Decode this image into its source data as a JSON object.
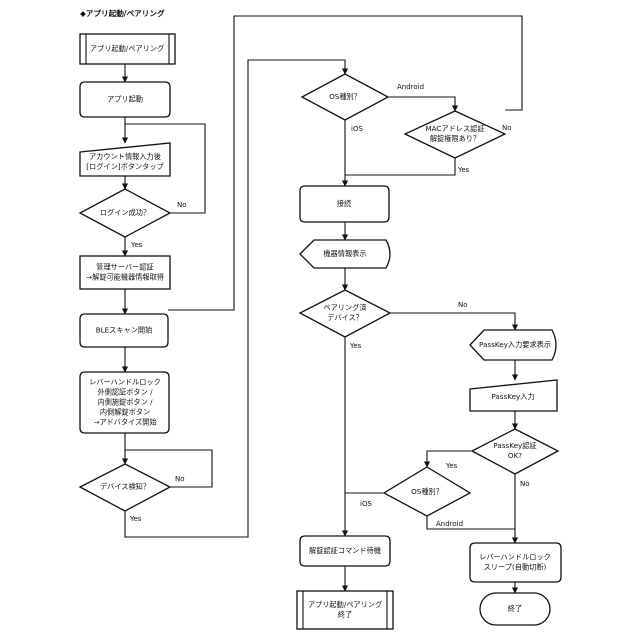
{
  "title": "◆アプリ起動/ペアリング",
  "nodes": {
    "start": [
      "アプリ起動/ペアリング"
    ],
    "app_launch": [
      "アプリ起動"
    ],
    "login_tap": [
      "アカウント情報入力後",
      "[ログイン]ボタンタップ"
    ],
    "login_ok": [
      "ログイン成功？"
    ],
    "get_info": [
      "管理サーバー認証",
      "→解錠可能機器情報取得"
    ],
    "ble_scan": [
      "BLEスキャン開始"
    ],
    "lever_op": [
      "レバーハンドルロック",
      "外側認証ボタン /",
      "内側施錠ボタン /",
      "内側解錠ボタン",
      "→アドバタイズ開始"
    ],
    "device_found": [
      "デバイス検知？"
    ],
    "os_check1": [
      "OS種別？"
    ],
    "mac_check": [
      "MACアドレス認証",
      "解錠権限あり？"
    ],
    "connect": [
      "接続"
    ],
    "show_info": [
      "機器情報表示"
    ],
    "paired_device": [
      "ペアリング済",
      "デバイス？"
    ],
    "passkey_prompt": [
      "PassKey入力要求表示"
    ],
    "passkey_input": [
      "PassKey入力"
    ],
    "passkey_ok": [
      "PassKey認証",
      "OK?"
    ],
    "os_check2": [
      "OS種別？"
    ],
    "wait_unlock": [
      "解錠認証コマンド待機"
    ],
    "pair_done": [
      "アプリ起動/ペアリング",
      "終了"
    ],
    "lever_sleep": [
      "レバーハンドルロック",
      "スリープ(自動切断)"
    ],
    "end": [
      "終了"
    ]
  },
  "edge_labels": {
    "login_no": "No",
    "login_yes": "Yes",
    "found_no": "No",
    "found_yes": "Yes",
    "os1_android": "Android",
    "os1_ios": "iOS",
    "mac_no": "No",
    "mac_yes": "Yes",
    "paired_no": "No",
    "paired_yes": "Yes",
    "pk_yes": "Yes",
    "pk_no": "No",
    "os2_ios": "iOS",
    "os2_android": "Android"
  }
}
